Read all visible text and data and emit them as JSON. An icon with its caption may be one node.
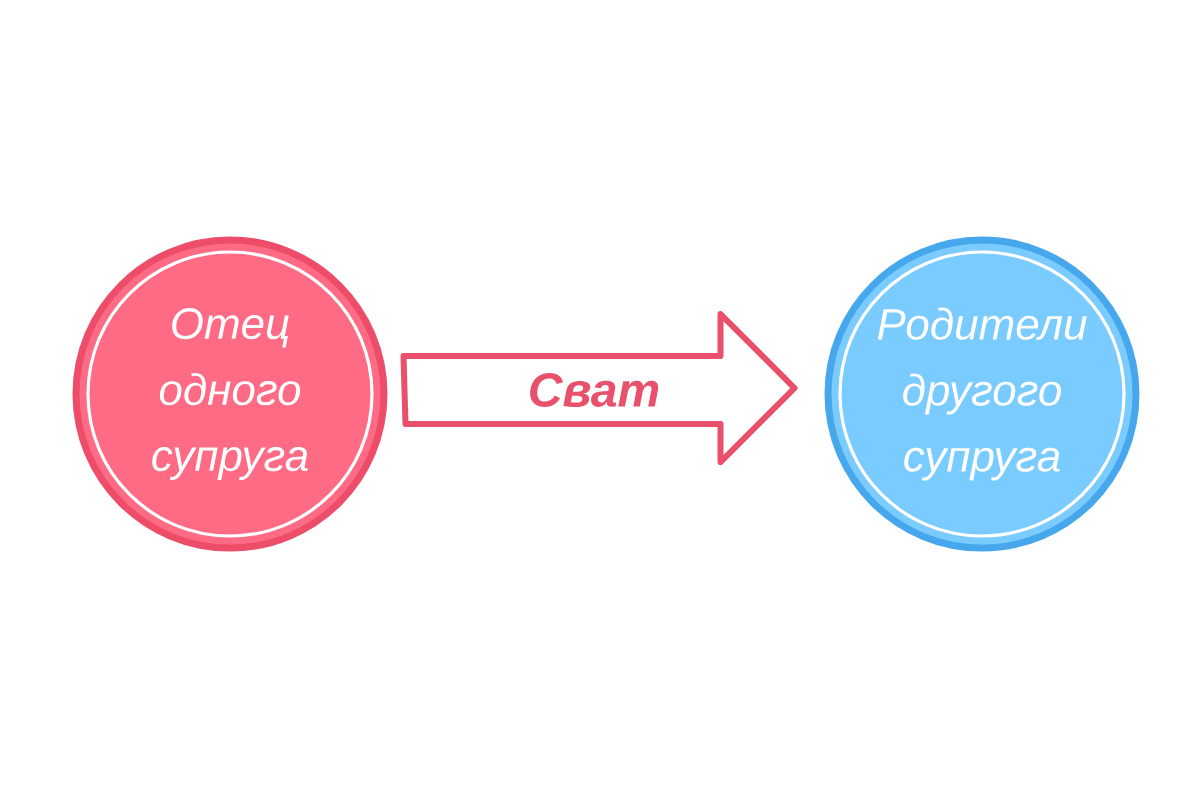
{
  "diagram": {
    "nodes": [
      {
        "text": [
          "Отец одного супруга"
        ]
      },
      {
        "text": [
          "Родители другого супруга"
        ]
      }
    ],
    "edges": [
      {
        "from": 0,
        "to": 1,
        "arrow": "to",
        "label": "Сват"
      }
    ]
  }
}
